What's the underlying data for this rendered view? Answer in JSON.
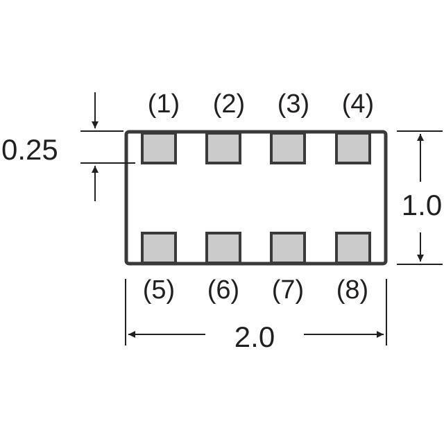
{
  "diagram": {
    "pins_top": [
      "(1)",
      "(2)",
      "(3)",
      "(4)"
    ],
    "pins_bottom": [
      "(5)",
      "(6)",
      "(7)",
      "(8)"
    ],
    "dim_pad": "0.25",
    "dim_height": "1.0",
    "dim_width": "2.0",
    "colors": {
      "outline": "#3a3a3a",
      "pad_fill": "#cbcbcb",
      "text": "#231f20"
    }
  }
}
